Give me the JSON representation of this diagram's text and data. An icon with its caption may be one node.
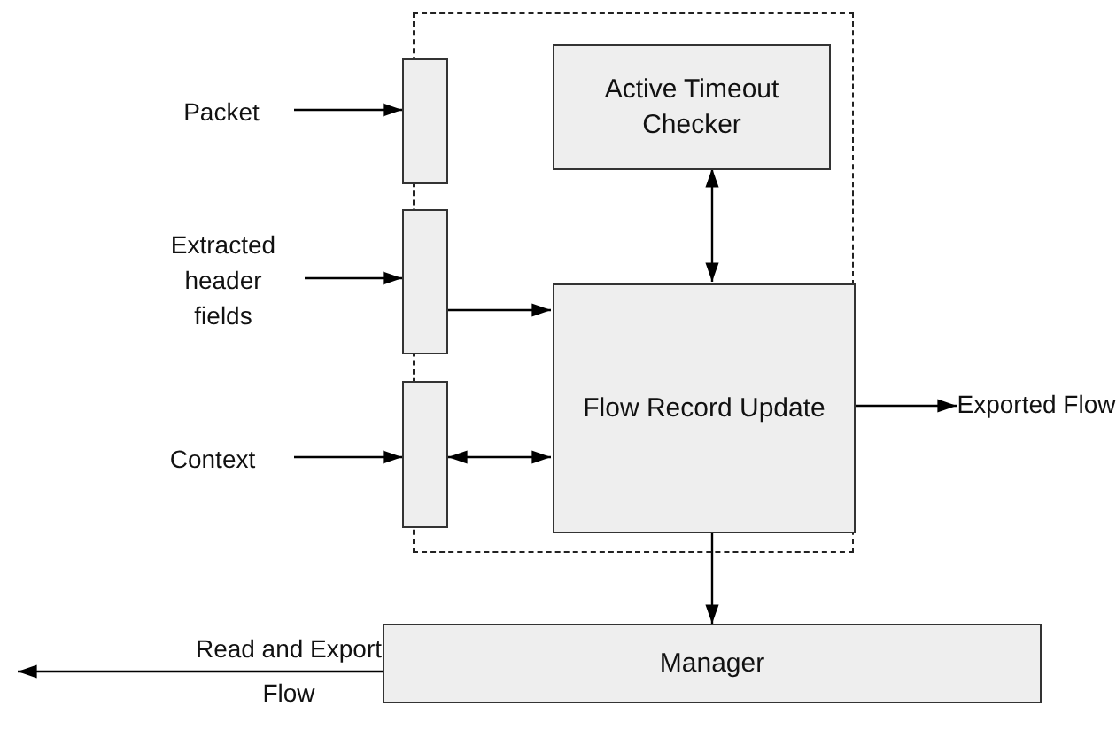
{
  "diagram": {
    "nodes": [
      {
        "text": [],
        "shape": "box"
      },
      {
        "text": [
          "Packet"
        ]
      },
      {
        "text": [
          "Extracted header fields"
        ]
      },
      {
        "text": [
          "Context"
        ]
      },
      {
        "text": [],
        "shape": "bar"
      },
      {
        "text": [],
        "shape": "bar"
      },
      {
        "text": [],
        "shape": "bar"
      },
      {
        "text": [
          "Active Timeout Checker"
        ],
        "in": 0
      },
      {
        "text": [
          "Flow Record Update"
        ],
        "in": 0
      },
      {
        "text": [
          "Exported Flow"
        ]
      },
      {
        "text": [
          "Manager"
        ]
      }
    ],
    "edges": [
      {
        "from": 1,
        "to": 4,
        "arrow": "to"
      },
      {
        "from": 2,
        "to": 5,
        "arrow": "to"
      },
      {
        "from": 3,
        "to": 6,
        "arrow": "to"
      },
      {
        "from": 5,
        "to": 8,
        "arrow": "to"
      },
      {
        "from": 6,
        "to": 8,
        "arrow": "both"
      },
      {
        "from": 7,
        "to": 8,
        "arrow": "both"
      },
      {
        "from": 8,
        "to": 9,
        "arrow": "to"
      },
      {
        "from": 8,
        "to": 10,
        "arrow": "to"
      },
      {
        "from": 10,
        "to": null,
        "arrow": "to",
        "label": "Read and Export Flow"
      }
    ]
  }
}
